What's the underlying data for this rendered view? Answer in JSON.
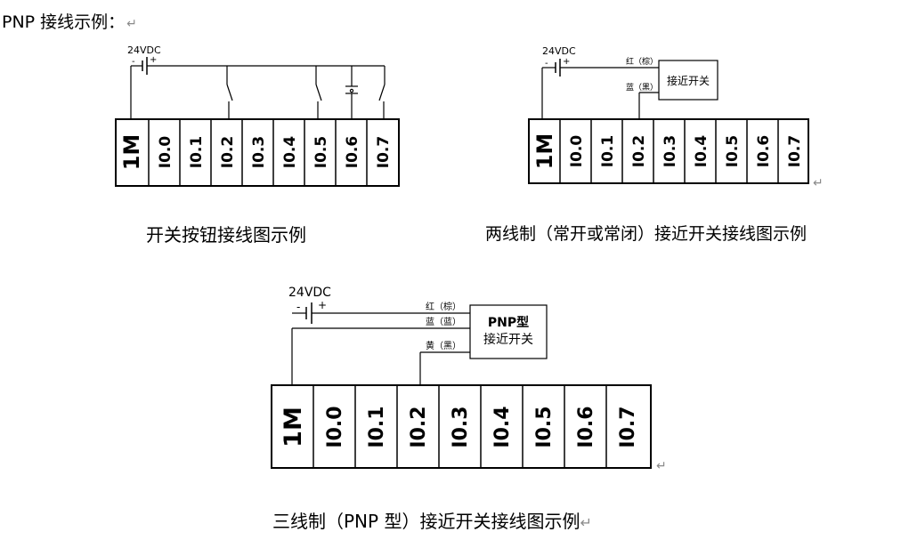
{
  "heading": {
    "text": "PNP 接线示例：",
    "return_mark": "↵"
  },
  "terminals": [
    "1M",
    "I0.0",
    "I0.1",
    "I0.2",
    "I0.3",
    "I0.4",
    "I0.5",
    "I0.6",
    "I0.7"
  ],
  "supply": {
    "label": "24VDC",
    "minus": "-",
    "plus": "+"
  },
  "diagram_two_wire": {
    "wire_red": "红（棕）",
    "wire_blue": "蓝（黑）",
    "sensor_label": "接近开关"
  },
  "diagram_three_wire": {
    "wire_red": "红（棕）",
    "wire_blue": "蓝（蓝）",
    "wire_yellow": "黄（黑）",
    "sensor_line1": "PNP型",
    "sensor_line2": "接近开关"
  },
  "captions": {
    "switch": "开关按钮接线图示例",
    "two_wire": "两线制（常开或常闭）接近开关接线图示例",
    "three_wire": "三线制（PNP 型）接近开关接线图示例"
  },
  "return_mark": "↵"
}
